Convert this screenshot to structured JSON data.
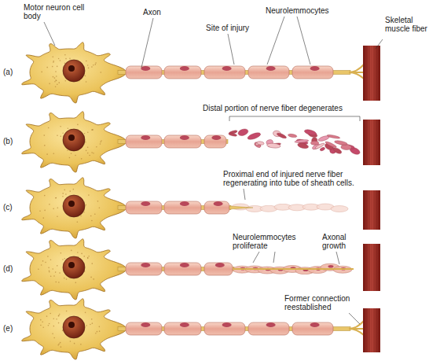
{
  "diagram": {
    "labels": [
      "Motor neuron cell body",
      "Axon",
      "Site of injury",
      "Neurolemmocytes",
      "Skeletal muscle fiber",
      "(a)",
      "Distal portion of nerve fiber degenerates",
      "(b)",
      "Proximal end of injured nerve fiber regenerating into tube of sheath cells.",
      "(c)",
      "Neurolemmocytes proliferate",
      "Axonal growth",
      "(d)",
      "Former connection reestablished",
      "(e)"
    ]
  }
}
